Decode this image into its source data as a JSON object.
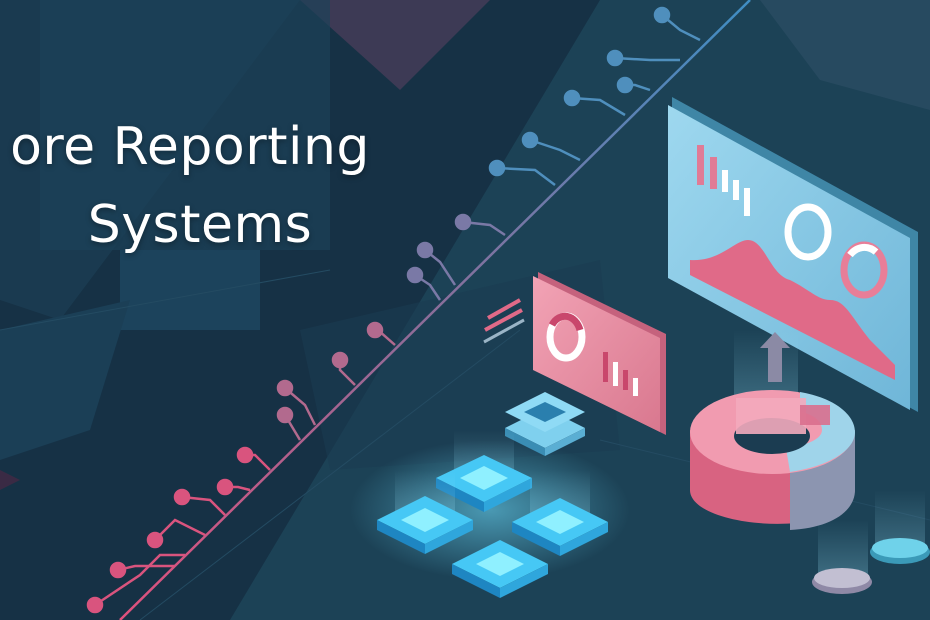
{
  "banner": {
    "title_line_1": "ore Reporting",
    "title_line_2": "Systems"
  },
  "colors": {
    "background_left": "#173346",
    "background_right": "#1d4458",
    "circuit_pink": "#d9547e",
    "circuit_blue": "#4f8fbd",
    "panel_blue": "#8fd3ec",
    "panel_pink": "#e8839c",
    "chip_cyan": "#46c8f5",
    "white": "#ffffff"
  },
  "icons": [
    "circuit-trace",
    "bar-chart-icon",
    "donut-chart-icon",
    "area-chart-icon",
    "up-arrow-icon",
    "chip-stack-icon",
    "3d-ring-chart-icon"
  ]
}
